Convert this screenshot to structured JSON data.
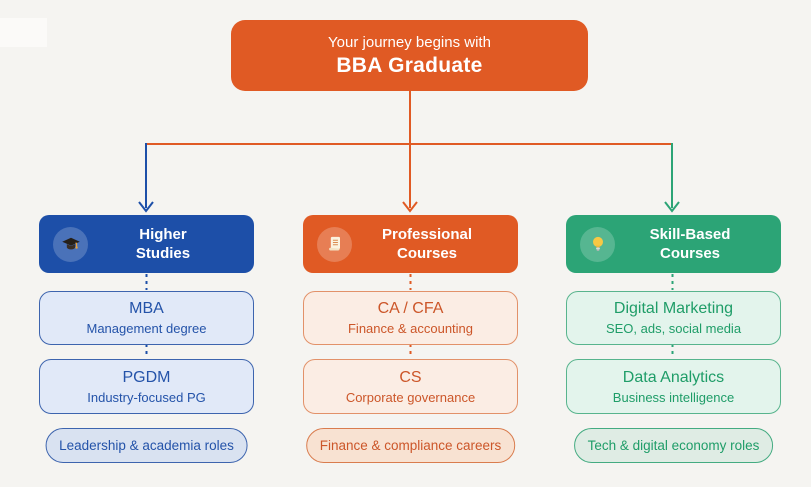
{
  "canvas": {
    "background": "#F5F4F1"
  },
  "root_node": {
    "subtitle": "Your journey begins with",
    "title": "BBA Graduate",
    "color": "#E05A24"
  },
  "columns": [
    {
      "id": "higher-studies",
      "color": "#1D4FA8",
      "header": {
        "label": "Higher\nStudies",
        "icon": "graduation-cap-icon"
      },
      "cards": [
        {
          "title": "MBA",
          "subtitle": "Management degree"
        },
        {
          "title": "PGDM",
          "subtitle": "Industry-focused PG"
        }
      ],
      "badge": "Leadership & academia roles"
    },
    {
      "id": "professional-courses",
      "color": "#E05A24",
      "header": {
        "label": "Professional\nCourses",
        "icon": "scroll-icon"
      },
      "cards": [
        {
          "title": "CA / CFA",
          "subtitle": "Finance & accounting"
        },
        {
          "title": "CS",
          "subtitle": "Corporate governance"
        }
      ],
      "badge": "Finance & compliance careers"
    },
    {
      "id": "skill-based-courses",
      "color": "#2CA476",
      "header": {
        "label": "Skill-Based\nCourses",
        "icon": "lightbulb-icon"
      },
      "cards": [
        {
          "title": "Digital Marketing",
          "subtitle": "SEO, ads, social media"
        },
        {
          "title": "Data Analytics",
          "subtitle": "Business intelligence"
        }
      ],
      "badge": "Tech & digital economy roles"
    }
  ],
  "colors": {
    "background": "#F5F4F1",
    "orange": "#E05A24",
    "blue": "#1D4FA8",
    "green": "#2CA476",
    "light_blue_fill": "#E1E9F8",
    "light_orange_fill": "#FBEDE4",
    "light_green_fill": "#E3F4EC"
  }
}
